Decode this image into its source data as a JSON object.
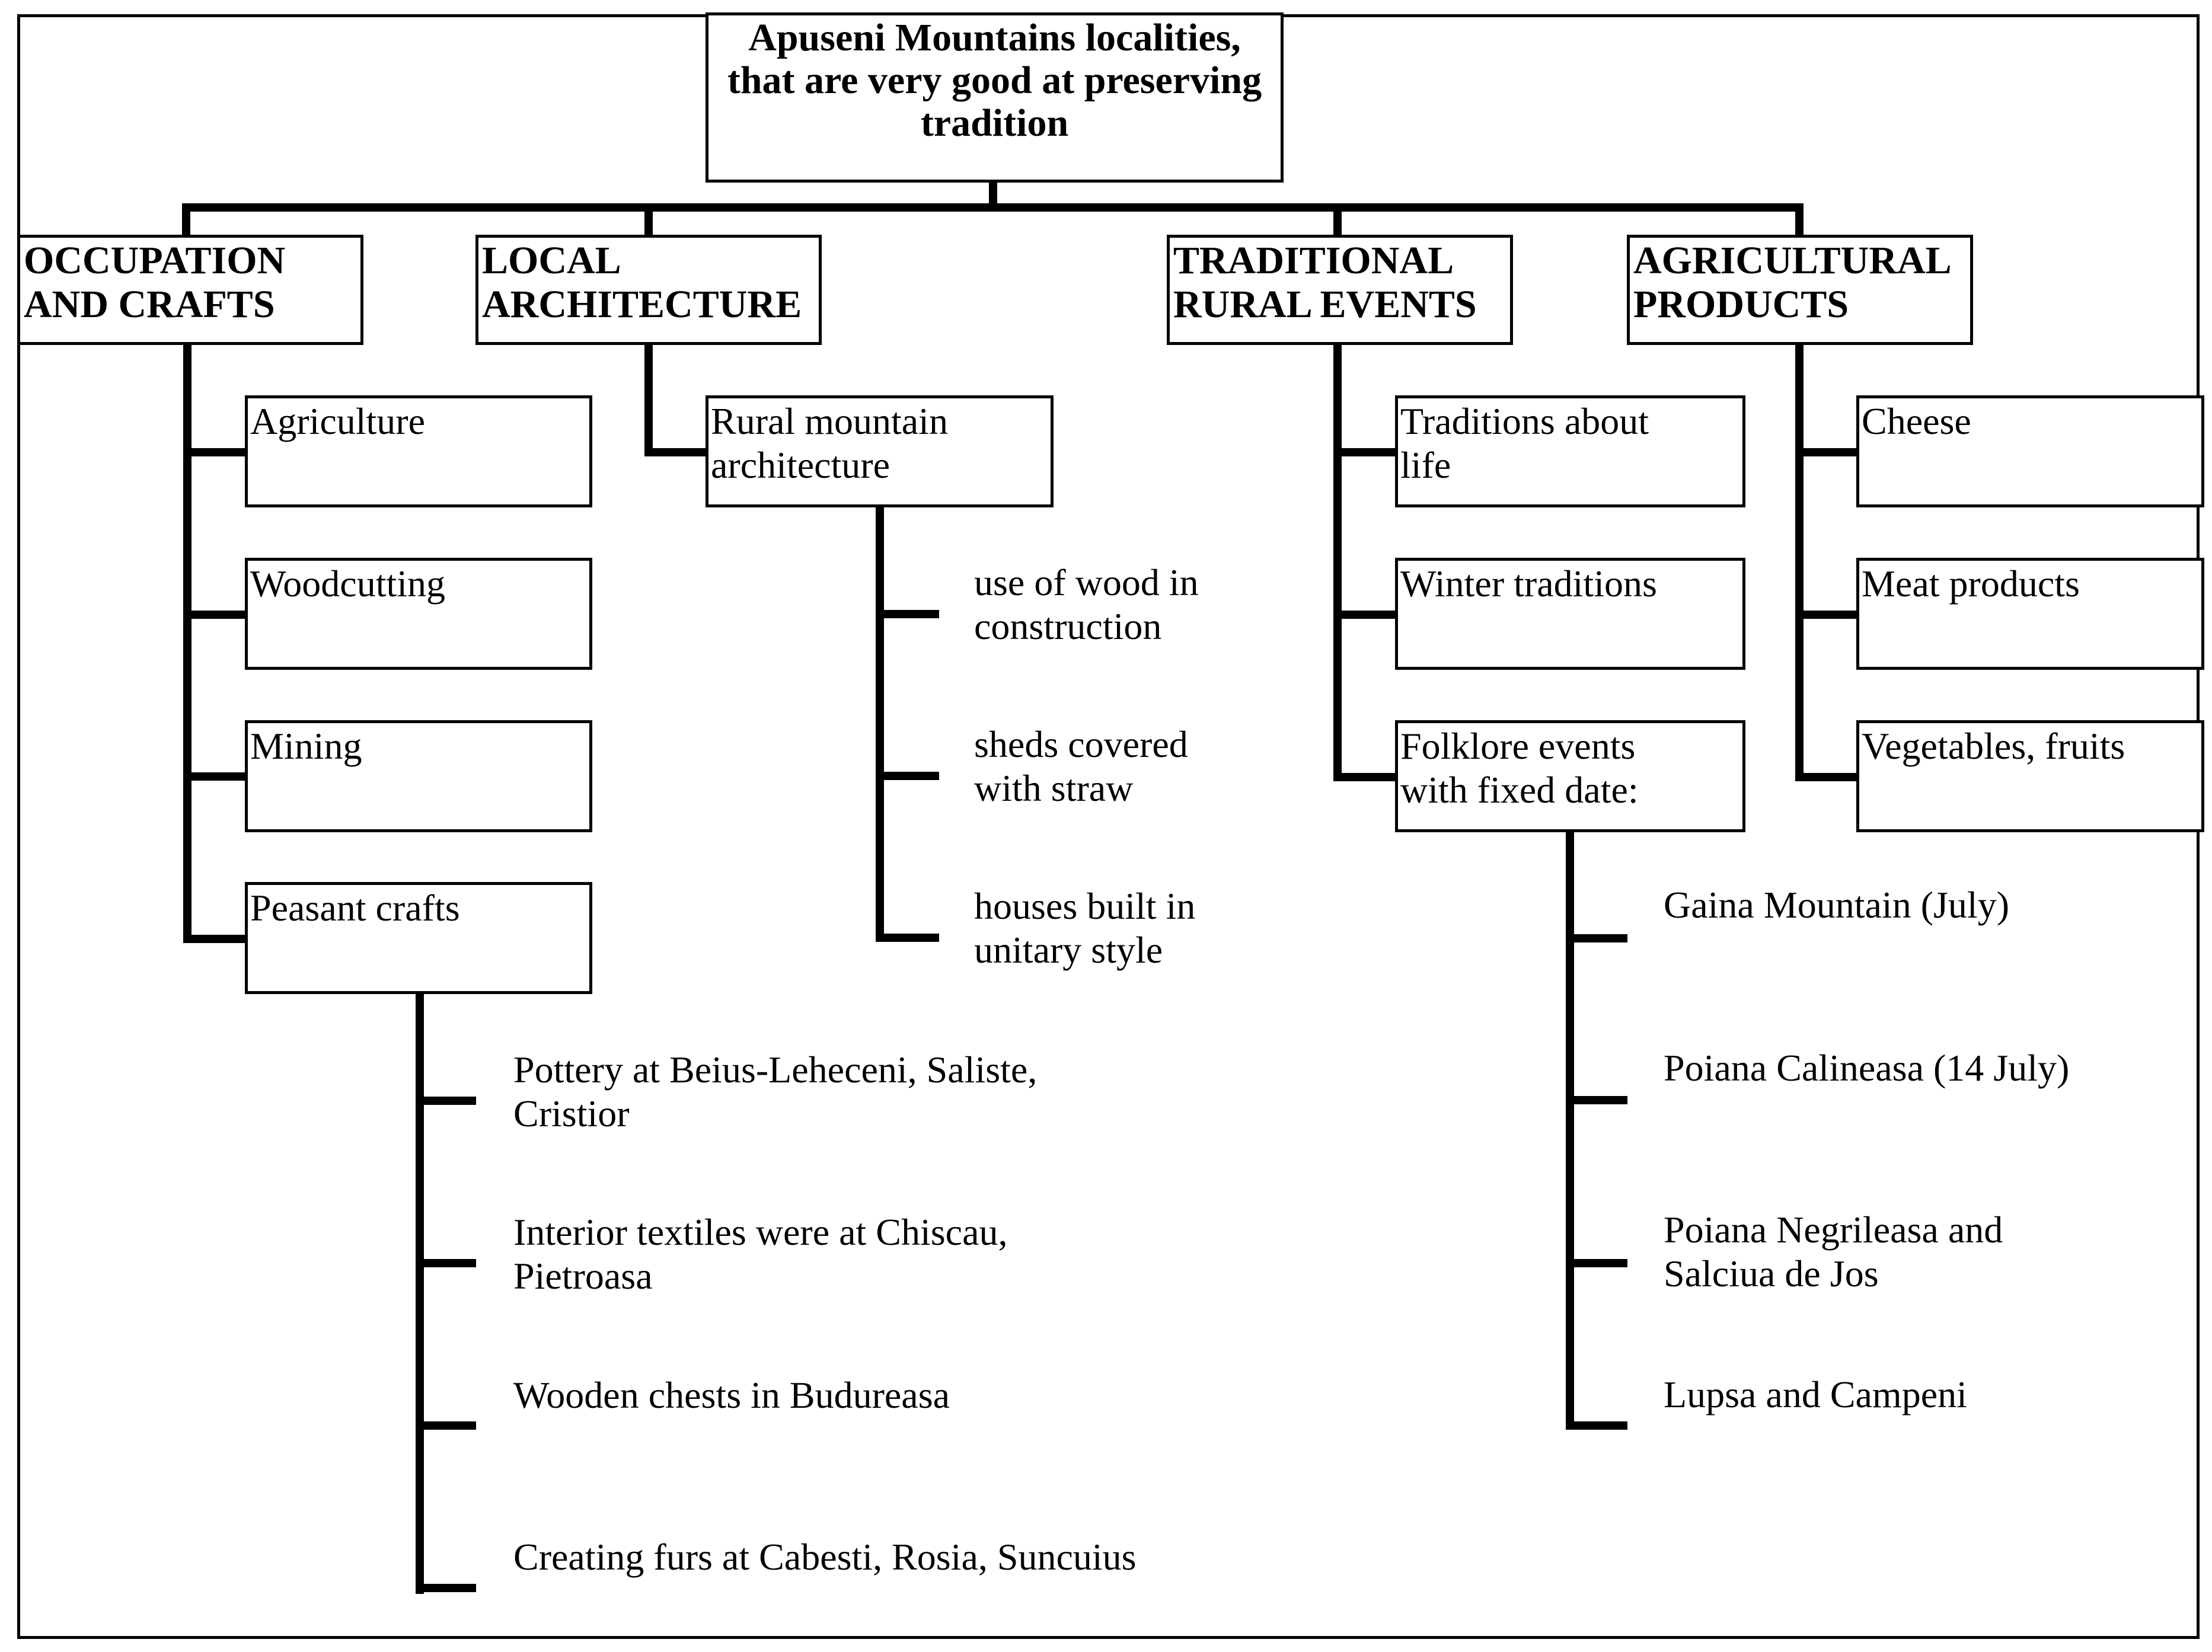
{
  "title": "Apuseni Mountains localities,\nthat are very good at preserving\ntradition",
  "categories": {
    "occupation": {
      "label": "OCCUPATION\nAND CRAFTS",
      "items": [
        "Agriculture",
        "Woodcutting",
        "Mining",
        "Peasant crafts"
      ],
      "peasant_crafts_details": [
        "Pottery at Beius-Leheceni, Saliste,\nCristior",
        "Interior textiles were at Chiscau,\nPietroasa",
        "Wooden chests in Budureasa",
        "Creating furs at Cabesti, Rosia, Suncuius"
      ]
    },
    "architecture": {
      "label": "LOCAL\nARCHITECTURE",
      "items": [
        "Rural mountain\narchitecture"
      ],
      "details": [
        "use of wood in\nconstruction",
        "sheds covered\nwith straw",
        "houses built in\nunitary style"
      ]
    },
    "events": {
      "label": "TRADITIONAL\nRURAL EVENTS",
      "items": [
        "Traditions about\nlife",
        "Winter traditions",
        "Folklore events\nwith fixed date:"
      ],
      "folklore_details": [
        "Gaina Mountain (July)",
        "Poiana Calineasa (14 July)",
        "Poiana Negrileasa and\nSalciua de Jos",
        "Lupsa and Campeni"
      ]
    },
    "products": {
      "label": "AGRICULTURAL\nPRODUCTS",
      "items": [
        "Cheese",
        "Meat products",
        "Vegetables, fruits"
      ]
    }
  }
}
